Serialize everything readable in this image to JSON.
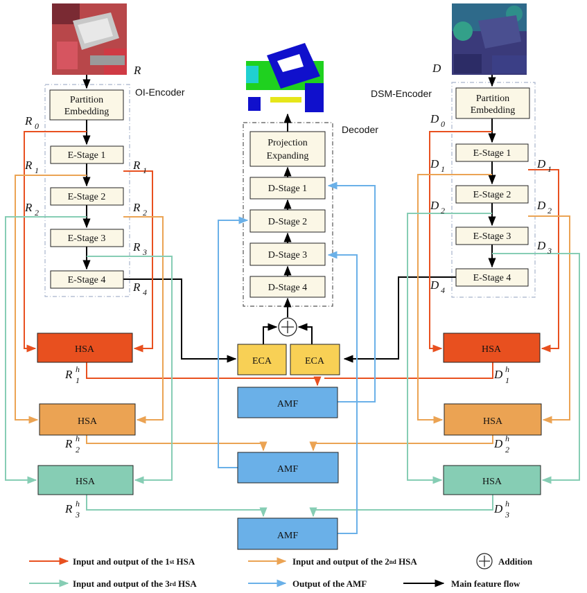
{
  "labels": {
    "R": "R",
    "D": "D",
    "oi_encoder": "OI-Encoder",
    "dsm_encoder": "DSM-Encoder",
    "decoder": "Decoder",
    "R0": "R",
    "R0_sub": "0",
    "R1": "R",
    "R1_sub": "1",
    "R2": "R",
    "R2_sub": "2",
    "R3": "R",
    "R3_sub": "3",
    "R4": "R",
    "R4_sub": "4",
    "D0": "D",
    "D0_sub": "0",
    "D1": "D",
    "D1_sub": "1",
    "D2": "D",
    "D2_sub": "2",
    "D3": "D",
    "D3_sub": "3",
    "D4": "D",
    "D4_sub": "4",
    "R1h": "R",
    "R2h": "R",
    "R3h": "R",
    "D1h": "D",
    "D2h": "D",
    "D3h": "D",
    "h": "h",
    "s1": "1",
    "s2": "2",
    "s3": "3"
  },
  "encoder_boxes": {
    "partition_1": "Partition",
    "partition_2": "Embedding",
    "stage1": "E-Stage 1",
    "stage2": "E-Stage 2",
    "stage3": "E-Stage 3",
    "stage4": "E-Stage 4"
  },
  "decoder_boxes": {
    "projection_1": "Projection",
    "projection_2": "Expanding",
    "stage1": "D-Stage 1",
    "stage2": "D-Stage 2",
    "stage3": "D-Stage 3",
    "stage4": "D-Stage 4"
  },
  "modules": {
    "hsa": "HSA",
    "eca": "ECA",
    "amf": "AMF",
    "plus": "+"
  },
  "legend": {
    "hsa1_a": "Input and output of the 1",
    "hsa1_sup": "st",
    "hsa1_b": " HSA",
    "hsa2_a": "Input and output of the 2",
    "hsa2_sup": "nd",
    "hsa2_b": " HSA",
    "hsa3_a": "Input and output of the 3",
    "hsa3_sup": "rd",
    "hsa3_b": " HSA",
    "amf": "Output of the AMF",
    "addition": "Addition",
    "main": "Main feature flow"
  },
  "colors": {
    "hsa1": "#e8501f",
    "hsa2": "#eba353",
    "hsa3": "#86cdb4",
    "amf": "#6ab0e8",
    "eca": "#f8d055",
    "stage_fill": "#fbf7e6",
    "main": "#000000"
  }
}
